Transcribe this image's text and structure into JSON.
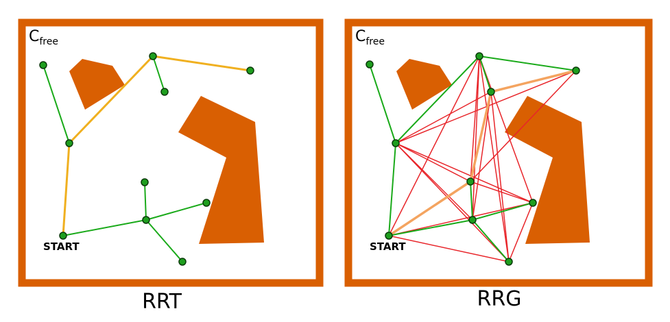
{
  "colors": {
    "frame": "#d95f02",
    "obstacle": "#d95f02",
    "tree_edge": "#1aaa1a",
    "graph_edge": "#e8252a",
    "path_rrt": "#f0b020",
    "path_rrg": "#f4a460",
    "node_fill": "#1e9e1e",
    "node_stroke": "#0a3a0a"
  },
  "rrt": {
    "caption": "RRT",
    "cfree_main": "C",
    "cfree_sub": "free",
    "start_label": "START"
  },
  "rrg": {
    "caption": "RRG",
    "cfree_main": "C",
    "cfree_sub": "free",
    "start_label": "START"
  }
}
